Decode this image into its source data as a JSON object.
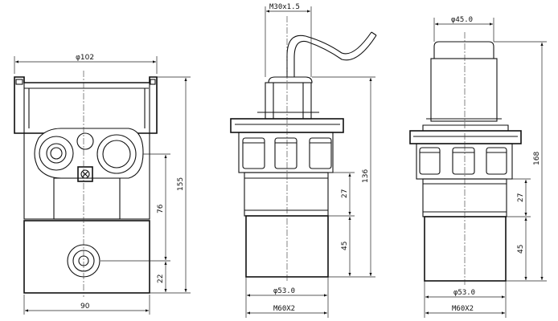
{
  "left_view": {
    "dim_diameter": "φ102",
    "dim_height_total": "155",
    "dim_height_mid": "76",
    "dim_height_low": "22",
    "dim_width_bottom": "90"
  },
  "middle_view": {
    "dim_thread_top": "M30x1.5",
    "dim_height": "136",
    "dim_27": "27",
    "dim_45": "45",
    "dim_diameter": "φ53.0",
    "dim_thread_bottom": "M60X2"
  },
  "right_view": {
    "dim_diameter_top": "φ45.0",
    "dim_height": "168",
    "dim_27": "27",
    "dim_45": "45",
    "dim_diameter": "φ53.0",
    "dim_thread_bottom": "M60X2"
  }
}
